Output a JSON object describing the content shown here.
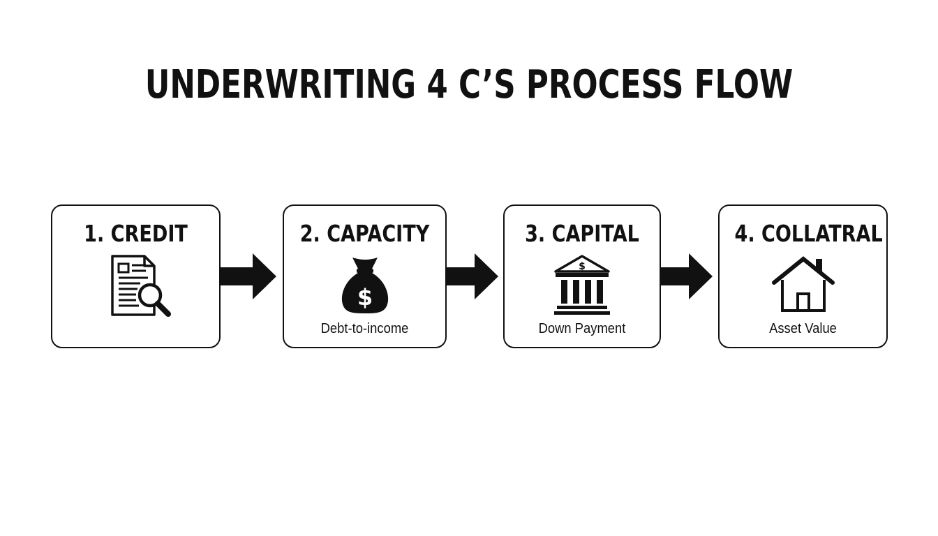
{
  "title": "UNDERWRITING 4 C’S PROCESS FLOW",
  "steps": [
    {
      "label": "1. CREDIT",
      "icon": "credit-report-magnifier-icon",
      "sublabel": ""
    },
    {
      "label": "2. CAPACITY",
      "icon": "money-bag-icon",
      "sublabel": "Debt-to-income"
    },
    {
      "label": "3. CAPITAL",
      "icon": "bank-building-icon",
      "sublabel": "Down Payment"
    },
    {
      "label": "4. COLLATRAL",
      "icon": "house-icon",
      "sublabel": "Asset Value"
    }
  ],
  "icon_text": {
    "money_symbol": "$"
  },
  "colors": {
    "foreground": "#111111",
    "background": "#ffffff"
  }
}
